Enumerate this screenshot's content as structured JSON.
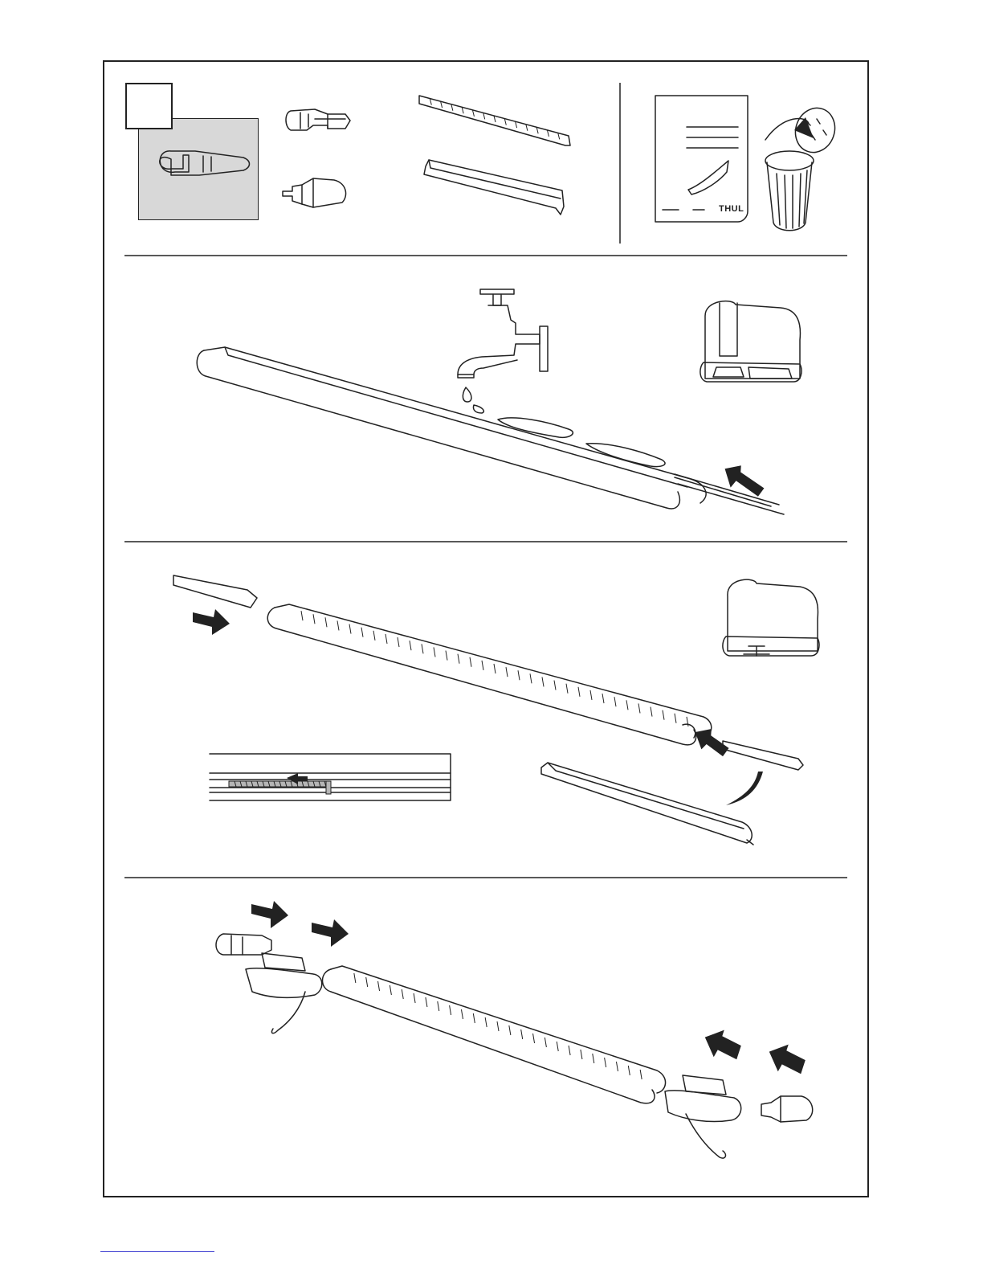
{
  "document": {
    "brand_mark": "THUL",
    "colors": {
      "ink": "#222222",
      "panel_gray": "#d8d8d8",
      "rubber_fill": "#b5b5b5",
      "footer_link": "#3b3bd0"
    }
  },
  "steps": [
    {
      "name": "parts-overview",
      "icons": [
        "profile-panel-icon",
        "end-cap-front-icon",
        "end-cap-rear-icon",
        "slot-strip-icon",
        "cover-strip-icon",
        "instructions-sheet-icon",
        "trash-bin-icon"
      ]
    },
    {
      "name": "insert-rubber-strip-with-water",
      "icons": [
        "water-tap-icon",
        "crossbar-icon",
        "push-arrow-icon",
        "bar-profile-section-icon"
      ]
    },
    {
      "name": "fit-cover-strips",
      "icons": [
        "cover-strip-icon",
        "push-arrow-icon",
        "crossbar-icon",
        "slot-detail-icon",
        "bar-profile-section-icon",
        "curved-arrow-icon"
      ]
    },
    {
      "name": "attach-end-caps-and-feet",
      "icons": [
        "push-arrow-icon",
        "end-cap-icon",
        "foot-pad-icon",
        "crossbar-icon"
      ]
    }
  ]
}
